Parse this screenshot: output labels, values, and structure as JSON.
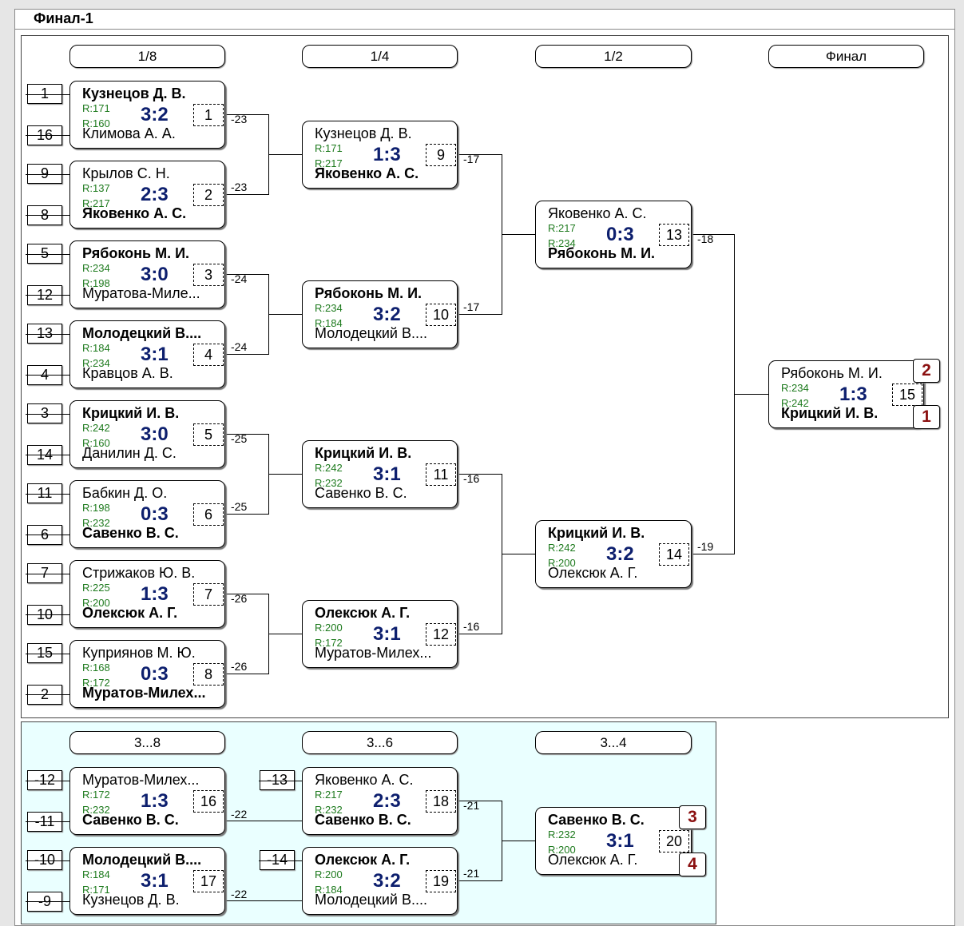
{
  "title": "Финал-1",
  "rounds": {
    "r8": "1/8",
    "r4": "1/4",
    "r2": "1/2",
    "final": "Финал"
  },
  "cons_rounds": {
    "c38": "3...8",
    "c36": "3...6",
    "c34": "3...4"
  },
  "seeds": [
    "1",
    "16",
    "9",
    "8",
    "5",
    "12",
    "13",
    "4",
    "3",
    "14",
    "11",
    "6",
    "7",
    "10",
    "15",
    "2"
  ],
  "cons_seeds": [
    "-12",
    "-11",
    "-10",
    "-9",
    "-13",
    "-14"
  ],
  "matches": [
    {
      "p1": "Кузнецов Д. В.",
      "r1": "R:171",
      "p2": "Климова А. А.",
      "r2": "R:160",
      "score": "3:2",
      "num": "1",
      "loser": "-23"
    },
    {
      "p1": "Крылов С. Н.",
      "r1": "R:137",
      "p2": "Яковенко А. С.",
      "r2": "R:217",
      "score": "2:3",
      "num": "2",
      "loser": "-23"
    },
    {
      "p1": "Рябоконь М. И.",
      "r1": "R:234",
      "p2": "Муратова-Миле...",
      "r2": "R:198",
      "score": "3:0",
      "num": "3",
      "loser": "-24"
    },
    {
      "p1": "Молодецкий В....",
      "r1": "R:184",
      "p2": "Кравцов А. В.",
      "r2": "R:234",
      "score": "3:1",
      "num": "4",
      "loser": "-24"
    },
    {
      "p1": "Крицкий И. В.",
      "r1": "R:242",
      "p2": "Данилин Д. С.",
      "r2": "R:160",
      "score": "3:0",
      "num": "5",
      "loser": "-25"
    },
    {
      "p1": "Бабкин Д. О.",
      "r1": "R:198",
      "p2": "Савенко В. С.",
      "r2": "R:232",
      "score": "0:3",
      "num": "6",
      "loser": "-25"
    },
    {
      "p1": "Стрижаков Ю. В.",
      "r1": "R:225",
      "p2": "Олексюк А. Г.",
      "r2": "R:200",
      "score": "1:3",
      "num": "7",
      "loser": "-26"
    },
    {
      "p1": "Куприянов М. Ю.",
      "r1": "R:168",
      "p2": "Муратов-Милех...",
      "r2": "R:172",
      "score": "0:3",
      "num": "8",
      "loser": "-26"
    },
    {
      "p1": "Кузнецов Д. В.",
      "r1": "R:171",
      "p2": "Яковенко А. С.",
      "r2": "R:217",
      "score": "1:3",
      "num": "9",
      "loser": "-17"
    },
    {
      "p1": "Рябоконь М. И.",
      "r1": "R:234",
      "p2": "Молодецкий В....",
      "r2": "R:184",
      "score": "3:2",
      "num": "10",
      "loser": "-17"
    },
    {
      "p1": "Крицкий И. В.",
      "r1": "R:242",
      "p2": "Савенко В. С.",
      "r2": "R:232",
      "score": "3:1",
      "num": "11",
      "loser": "-16"
    },
    {
      "p1": "Олексюк А. Г.",
      "r1": "R:200",
      "p2": "Муратов-Милех...",
      "r2": "R:172",
      "score": "3:1",
      "num": "12",
      "loser": "-16"
    },
    {
      "p1": "Яковенко А. С.",
      "r1": "R:217",
      "p2": "Рябоконь М. И.",
      "r2": "R:234",
      "score": "0:3",
      "num": "13",
      "loser": "-18"
    },
    {
      "p1": "Крицкий И. В.",
      "r1": "R:242",
      "p2": "Олексюк А. Г.",
      "r2": "R:200",
      "score": "3:2",
      "num": "14",
      "loser": "-19"
    },
    {
      "p1": "Рябоконь М. И.",
      "r1": "R:234",
      "p2": "Крицкий И. В.",
      "r2": "R:242",
      "score": "1:3",
      "num": "15",
      "loser": ""
    },
    {
      "p1": "Муратов-Милех...",
      "r1": "R:172",
      "p2": "Савенко В. С.",
      "r2": "R:232",
      "score": "1:3",
      "num": "16",
      "loser": "-22"
    },
    {
      "p1": "Молодецкий В....",
      "r1": "R:184",
      "p2": "Кузнецов Д. В.",
      "r2": "R:171",
      "score": "3:1",
      "num": "17",
      "loser": "-22"
    },
    {
      "p1": "Яковенко А. С.",
      "r1": "R:217",
      "p2": "Савенко В. С.",
      "r2": "R:232",
      "score": "2:3",
      "num": "18",
      "loser": "-21"
    },
    {
      "p1": "Олексюк А. Г.",
      "r1": "R:200",
      "p2": "Молодецкий В....",
      "r2": "R:184",
      "score": "3:2",
      "num": "19",
      "loser": "-21"
    },
    {
      "p1": "Савенко В. С.",
      "r1": "R:232",
      "p2": "Олексюк А. Г.",
      "r2": "R:200",
      "score": "3:1",
      "num": "20",
      "loser": ""
    }
  ],
  "places": {
    "first": "1",
    "second": "2",
    "third": "3",
    "fourth": "4"
  }
}
